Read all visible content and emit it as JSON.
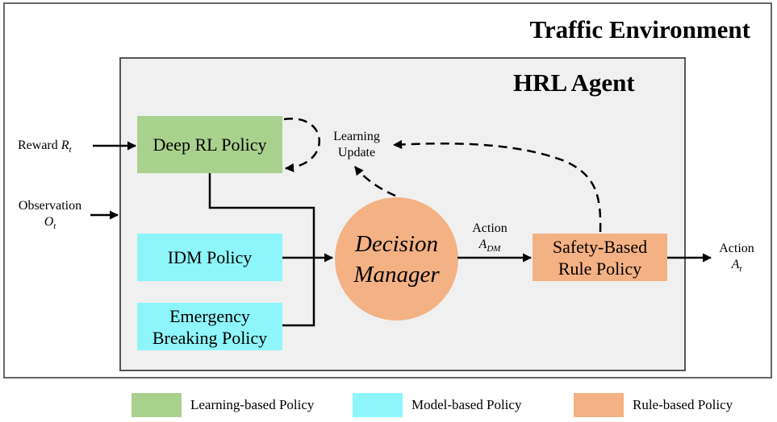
{
  "environment": {
    "title": "Traffic Environment"
  },
  "agent": {
    "title": "HRL Agent"
  },
  "policies": {
    "deep_rl": "Deep RL Policy",
    "idm": "IDM Policy",
    "emergency_line1": "Emergency",
    "emergency_line2": "Breaking Policy",
    "safety_line1": "Safety-Based",
    "safety_line2": "Rule Policy"
  },
  "decision_manager": {
    "line1": "Decision",
    "line2": "Manager"
  },
  "learning_update": {
    "line1": "Learning",
    "line2": "Update"
  },
  "inputs": {
    "reward_text": "Reward",
    "reward_symbol": "R",
    "reward_sub": "t",
    "observation_text": "Observation",
    "observation_symbol": "O",
    "observation_sub": "t"
  },
  "action_dm": {
    "text": "Action",
    "symbol": "A",
    "sub": "DM"
  },
  "action_out": {
    "text": "Action",
    "symbol": "A",
    "sub": "t"
  },
  "legend": [
    {
      "label": "Learning-based Policy",
      "color": "#a9d18e"
    },
    {
      "label": "Model-based Policy",
      "color": "#8ef6fb"
    },
    {
      "label": "Rule-based Policy",
      "color": "#f4b183"
    }
  ]
}
